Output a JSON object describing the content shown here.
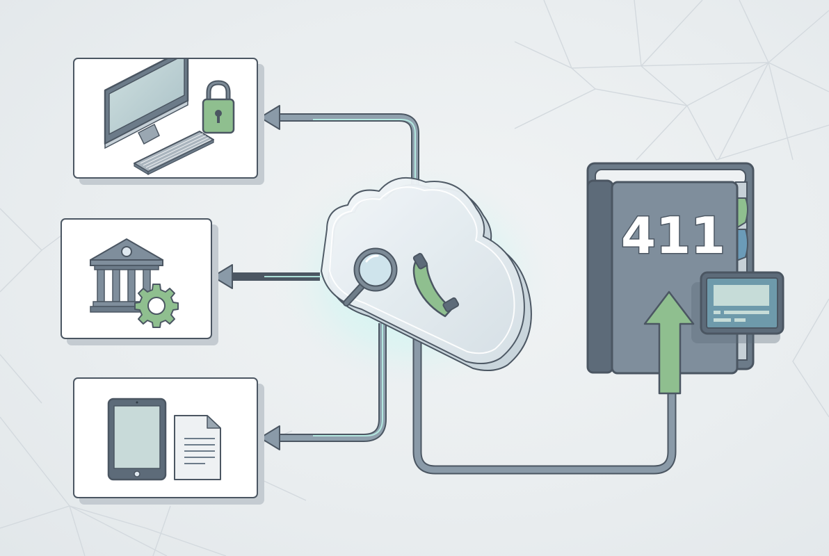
{
  "diagram": {
    "type": "flow-illustration",
    "description": "Cloud hub with search and phone icons routes data from a 411 directory book to three destination cards",
    "colors": {
      "background": "#eceff1",
      "outline": "#4b5662",
      "slate": "#7c8b99",
      "slate_dark": "#5d6b79",
      "green": "#8fbf8f",
      "blue_tab": "#6b9bb8",
      "glow": "#9fe3e0",
      "card": "#ffffff",
      "card_shadow": "#c4cbd1"
    }
  },
  "hub": {
    "name": "cloud",
    "icons": [
      "magnifying-glass-icon",
      "phone-handset-icon"
    ]
  },
  "source": {
    "name": "directory-book",
    "title": "411",
    "attachments": [
      "index-tab-green",
      "index-tab-blue",
      "card-reader-device"
    ],
    "arrow_direction": "up"
  },
  "destinations": [
    {
      "name": "secure-computer",
      "icons": [
        "desktop-monitor-icon",
        "keyboard-icon",
        "padlock-icon"
      ]
    },
    {
      "name": "institution-settings",
      "icons": [
        "bank-building-icon",
        "gear-icon"
      ]
    },
    {
      "name": "mobile-documents",
      "icons": [
        "tablet-icon",
        "document-icon"
      ]
    }
  ],
  "connections": [
    {
      "from": "directory-book",
      "to": "cloud",
      "style": "slate-pipe"
    },
    {
      "from": "cloud",
      "to": "secure-computer",
      "style": "glowing-arrow"
    },
    {
      "from": "cloud",
      "to": "institution-settings",
      "style": "glowing-arrow"
    },
    {
      "from": "cloud",
      "to": "mobile-documents",
      "style": "glowing-arrow"
    }
  ]
}
